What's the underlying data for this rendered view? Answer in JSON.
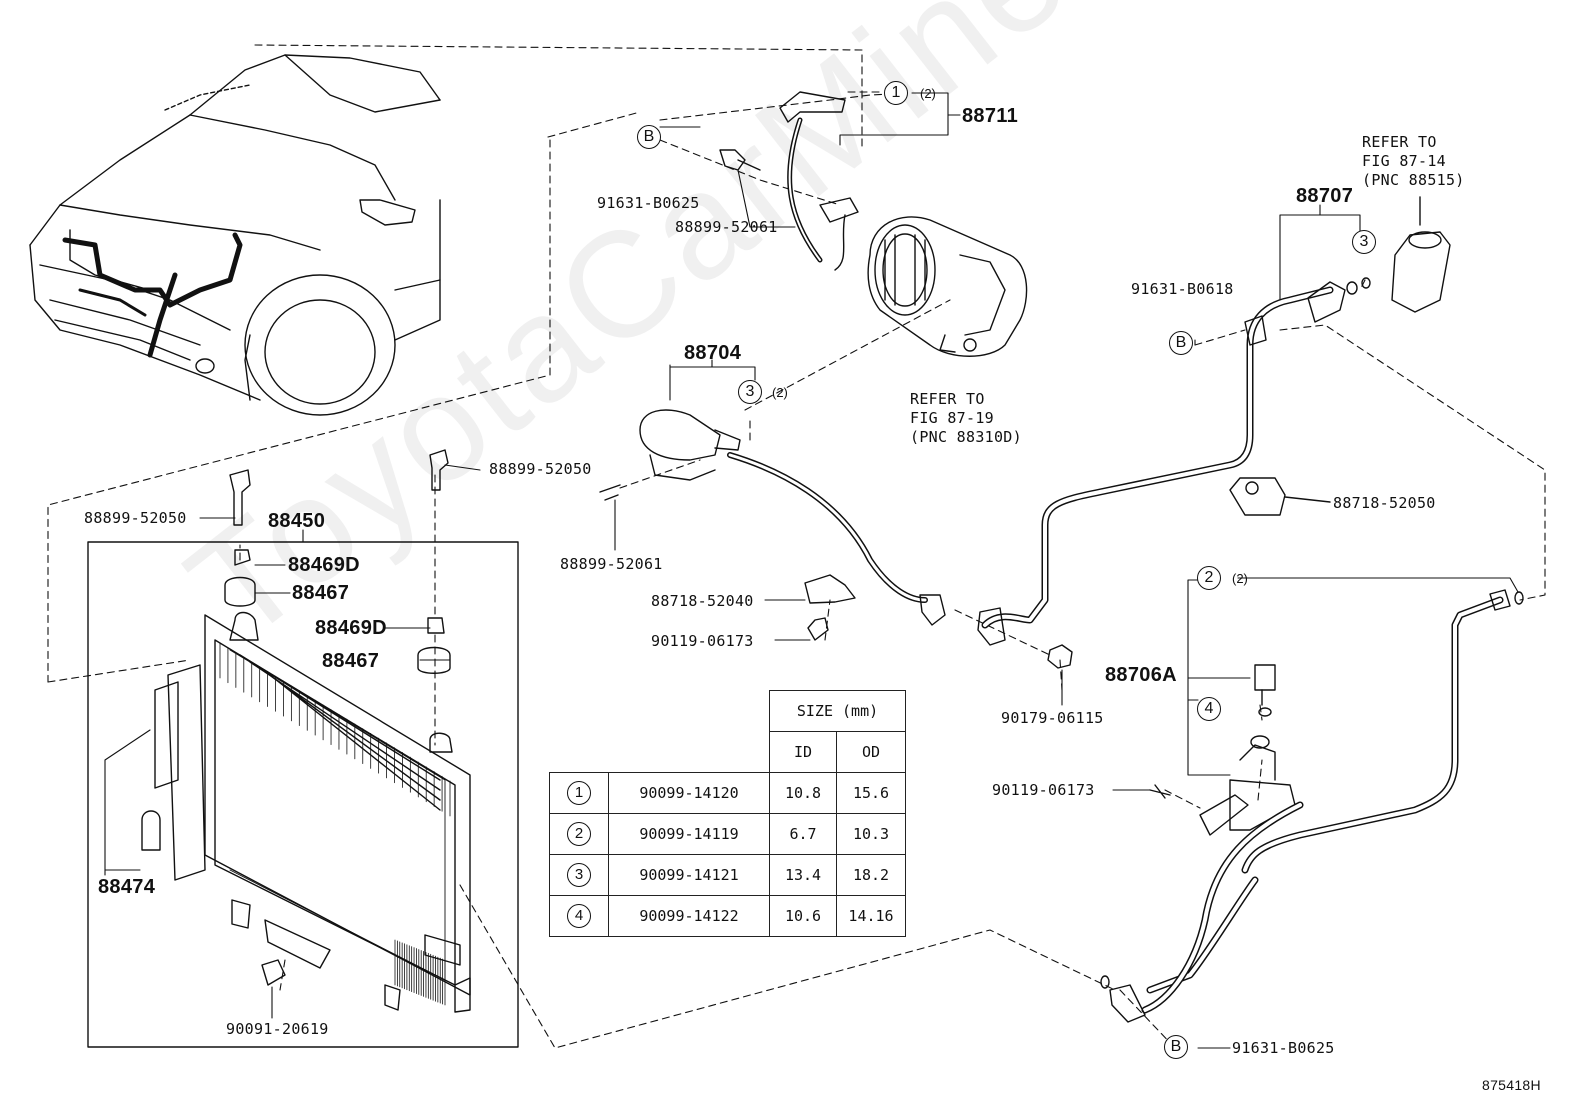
{
  "labels": {
    "p88711": "88711",
    "p91631_b0625_top": "91631-B0625",
    "p88899_52061_top": "88899-52061",
    "p88704": "88704",
    "p88707": "88707",
    "p91631_b0618": "91631-B0618",
    "p88718_52050": "88718-52050",
    "p88899_52050_right": "88899-52050",
    "p88899_52050_left": "88899-52050",
    "p88450": "88450",
    "p88469d_top": "88469D",
    "p88467_top": "88467",
    "p88469d_mid": "88469D",
    "p88467_mid": "88467",
    "p88474": "88474",
    "p90091_20619": "90091-20619",
    "p88899_52061_mid": "88899-52061",
    "p88718_52040": "88718-52040",
    "p90119_06173_mid": "90119-06173",
    "p90179_06115": "90179-06115",
    "p88706a": "88706A",
    "p90119_06173_right": "90119-06173",
    "p91631_b0625_bottom": "91631-B0625",
    "figure_id": "875418H"
  },
  "refs": {
    "compressor": "REFER TO\nFIG 87-19\n(PNC 88310D)",
    "expansion": "REFER TO\nFIG 87-14\n(PNC 88515)"
  },
  "callouts": {
    "c1": "1",
    "c2": "2",
    "c3_top": "3",
    "c3_mid": "3",
    "c4": "4",
    "b_top": "B",
    "b_right": "B",
    "b_bottom": "B",
    "qty2": "(2)"
  },
  "size_table": {
    "header_size": "SIZE (mm)",
    "header_id": "ID",
    "header_od": "OD",
    "rows": [
      {
        "key": "1",
        "part": "90099-14120",
        "id": "10.8",
        "od": "15.6"
      },
      {
        "key": "2",
        "part": "90099-14119",
        "id": "6.7",
        "od": "10.3"
      },
      {
        "key": "3",
        "part": "90099-14121",
        "id": "13.4",
        "od": "18.2"
      },
      {
        "key": "4",
        "part": "90099-14122",
        "id": "10.6",
        "od": "14.16"
      }
    ]
  },
  "watermark": "ToyotaCarMine.ru"
}
